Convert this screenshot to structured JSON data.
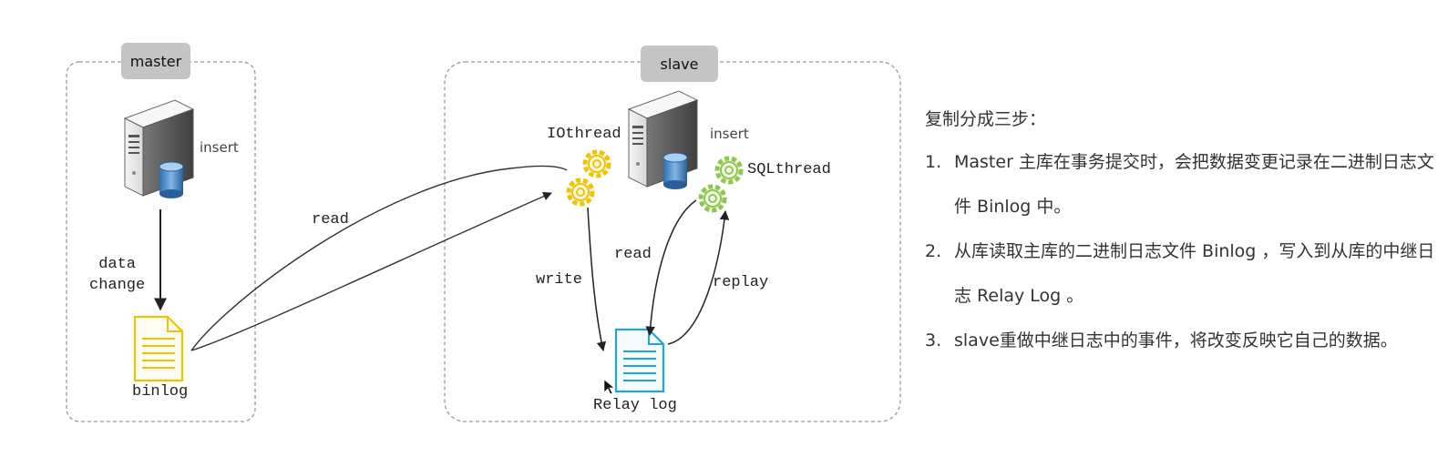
{
  "master": {
    "tag": "master",
    "insert_label": "insert",
    "data_change_label": "data\nchange",
    "binlog_label": "binlog"
  },
  "slave": {
    "tag": "slave",
    "insert_label": "insert",
    "io_thread_label": "IOthread",
    "sql_thread_label": "SQLthread",
    "write_label": "write",
    "read_label": "read",
    "replay_label": "replay",
    "relay_log_label": "Relay log"
  },
  "cross_read_label": "read",
  "explanation": {
    "title": "复制分成三步：",
    "steps": [
      {
        "num": "1.",
        "text": "Master 主库在事务提交时，会把数据变更记录在二进制日志文件 Binlog 中。"
      },
      {
        "num": "2.",
        "text": "从库读取主库的二进制日志文件 Binlog ，写入到从库的中继日志 Relay Log 。"
      },
      {
        "num": "3.",
        "text": "slave重做中继日志中的事件，将改变反映它自己的数据。"
      }
    ]
  },
  "colors": {
    "binlog_icon": "#f2c200",
    "relay_icon": "#1ea4d6",
    "io_gear": "#f2c200",
    "sql_gear": "#8cc84b",
    "group_border": "#999999",
    "tag_bg": "#c4c4c4"
  }
}
